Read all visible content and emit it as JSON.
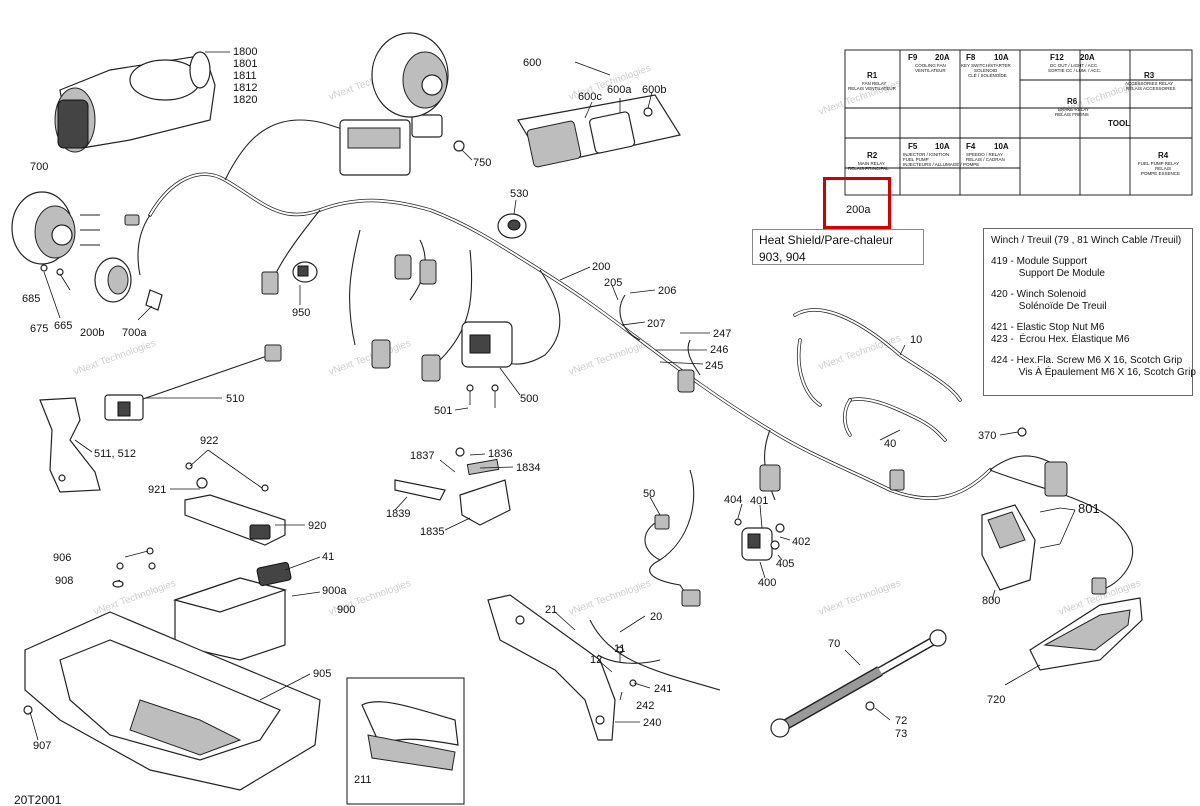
{
  "callouts": {
    "c1800": "1800",
    "c1801": "1801",
    "c1811": "1811",
    "c1812": "1812",
    "c1820": "1820",
    "c700": "700",
    "c685": "685",
    "c675": "675",
    "c665": "665",
    "c700a": "700a",
    "c200b": "200b",
    "c600": "600",
    "c600c": "600c",
    "c600a": "600a",
    "c600b": "600b",
    "c750": "750",
    "c530": "530",
    "c200": "200",
    "c950": "950",
    "c205": "205",
    "c206": "206",
    "c207": "207",
    "c247": "247",
    "c246": "246",
    "c245": "245",
    "c500": "500",
    "c501": "501",
    "c510": "510",
    "c511": "511, 512",
    "c922": "922",
    "c921": "921",
    "c920": "920",
    "c1837": "1837",
    "c1836": "1836",
    "c1834": "1834",
    "c1839": "1839",
    "c1835": "1835",
    "c50": "50",
    "c404": "404",
    "c401": "401",
    "c402": "402",
    "c405": "405",
    "c400": "400",
    "c10": "10",
    "c40": "40",
    "c370": "370",
    "c801": "801",
    "c800": "800",
    "c720": "720",
    "c906": "906",
    "c908": "908",
    "c41": "41",
    "c900a": "900a",
    "c900": "900",
    "c905": "905",
    "c907": "907",
    "c21": "21",
    "c20": "20",
    "c12": "12",
    "c11": "11",
    "c241": "241",
    "c242": "242",
    "c240": "240",
    "c70": "70",
    "c72": "72",
    "c73": "73",
    "c211": "211",
    "diagram_id": "20T2001"
  },
  "fuse_box": {
    "cells": [
      {
        "code": "F9",
        "amp": "20A",
        "desc1": "COOLING FAN",
        "desc2": "VENTILATEUR"
      },
      {
        "code": "F8",
        "amp": "10A",
        "desc1": "KEY SWITCH/STARTER",
        "desc2": "SOLENOID",
        "desc3": "CLÉ / SOLÉNOÏDE"
      },
      {
        "code": "F12",
        "amp": "20A",
        "desc1": "DC OUT / LIGHT / ACC.",
        "desc2": "SORTIE CC / LUM. / ACC."
      },
      {
        "code": "F5",
        "amp": "10A",
        "desc1": "INJECTOR / IGNITION",
        "desc2": "FUEL PUMP",
        "desc3": "INJECTEURS / ALLUMAGE / POMPE"
      },
      {
        "code": "F4",
        "amp": "10A",
        "desc1": "SPEEDO / RELAY",
        "desc2": "RELAIS / CADRAN"
      }
    ],
    "relays": [
      {
        "code": "R1",
        "desc1": "FAN RELAY",
        "desc2": "RELAIS VENTILATEUR"
      },
      {
        "code": "R2",
        "desc1": "MAIN RELAY",
        "desc2": "RELAIS PRINCIPAL"
      },
      {
        "code": "R3",
        "desc1": "ACCESSORIES RELAY",
        "desc2": "RELAIS ACCESSOIRES"
      },
      {
        "code": "R4",
        "desc1": "FUEL PUMP RELAY",
        "desc2": "RELAIS",
        "desc3": "POMPE ESSENCE"
      },
      {
        "code": "R6",
        "desc1": "BRAKE RELAY",
        "desc2": "RELAIS FREINS"
      }
    ],
    "tool_label": "TOOL",
    "highlight_label": "200a"
  },
  "heat_shield": {
    "line1": "Heat Shield/Pare-chaleur",
    "line2": "903, 904"
  },
  "winch_legend": {
    "title": "Winch / Treuil (79 , 81 Winch Cable /Treuil)",
    "items": [
      {
        "l1": "419 - Module Support",
        "l2": "          Support De Module"
      },
      {
        "l1": "420 - Winch Solenoid",
        "l2": "          Solénoïde De Treuil"
      },
      {
        "l1": "421 - Elastic Stop Nut M6",
        "l2": "423 -  Écrou Hex. Élastique M6"
      },
      {
        "l1": "424 - Hex.Fla. Screw M6 X 16, Scotch Grip",
        "l2": "          Vis À Épaulement M6 X 16, Scotch Grip"
      }
    ]
  },
  "watermark_text": "vNext Technologies"
}
